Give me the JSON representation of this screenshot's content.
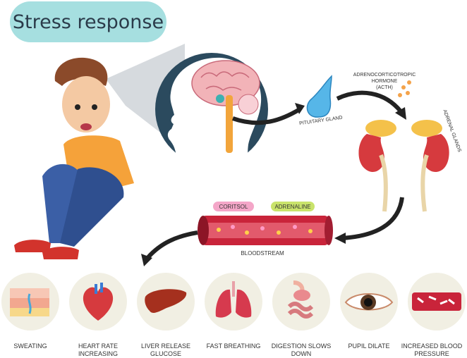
{
  "title": "Stress response",
  "labels": {
    "pituitary": "Pituitary gland",
    "acth_line1": "Adrenocorticotropic",
    "acth_line2": "Hormone",
    "acth_line3": "(ACTH)",
    "adrenal": "Adrenal glands",
    "bloodstream": "Bloodstream",
    "cortisol": "Coritsol",
    "adrenaline": "Adrenaline"
  },
  "effects": [
    {
      "label": "Sweating",
      "icon": "skin-sweat-icon"
    },
    {
      "label": "Heart rate increasing",
      "icon": "heart-icon"
    },
    {
      "label": "Liver release glucose",
      "icon": "liver-icon"
    },
    {
      "label": "Fast breathing",
      "icon": "lungs-icon"
    },
    {
      "label": "Digestion slows down",
      "icon": "digestive-system-icon"
    },
    {
      "label": "Pupil dilate",
      "icon": "eye-icon"
    },
    {
      "label": "Increased blood pressure",
      "icon": "blood-vessel-icon"
    }
  ],
  "colors": {
    "title_pill": "#a6dfe0",
    "head_circle": "#2b4a5e",
    "cortisol_pill": "#f4a6c8",
    "adrenaline_pill": "#c9e36b",
    "vessel": "#c9243a",
    "effect_circle": "#f1efe3"
  }
}
